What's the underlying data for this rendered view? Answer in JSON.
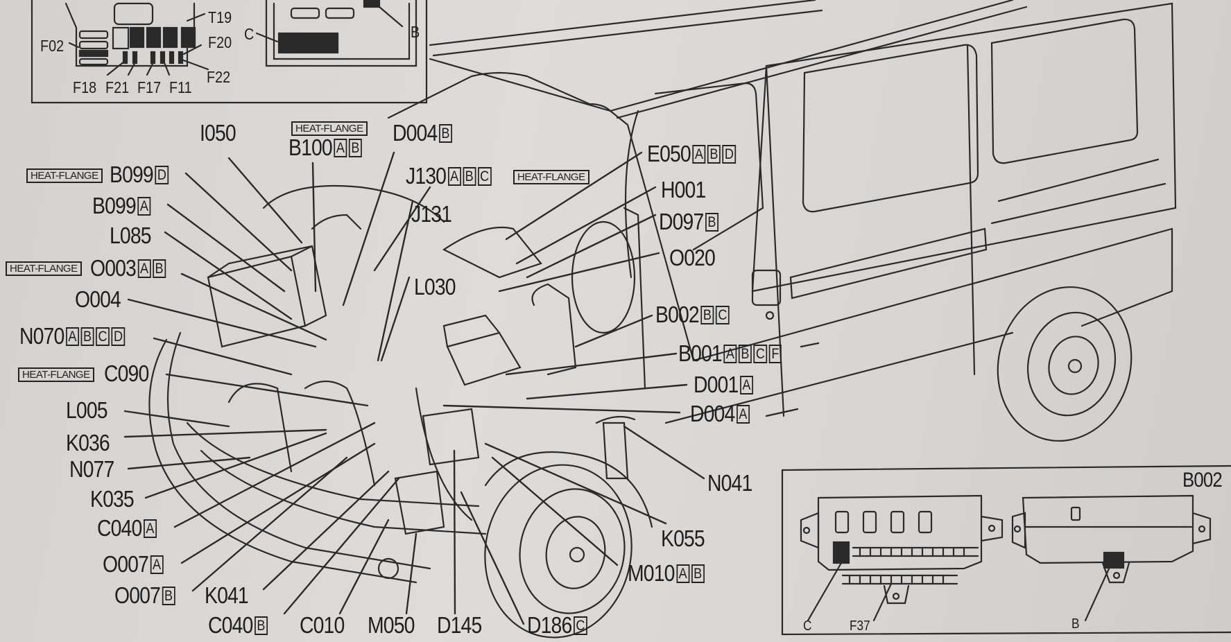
{
  "title": "Engine compartment and body wiring connector locations",
  "inset_top": {
    "fuse_labels": [
      "T19",
      "F20",
      "F02",
      "F18",
      "F21",
      "F17",
      "F11",
      "F22"
    ],
    "connector_labels": [
      "C",
      "B"
    ]
  },
  "inset_bottom": {
    "title": "B002",
    "labels": [
      "C",
      "F37",
      "B"
    ]
  },
  "heat_flange_tag": "HEAT-FLANGE",
  "callouts": [
    {
      "id": "I050",
      "code": "I050",
      "suffixes": [],
      "heat_flange": false
    },
    {
      "id": "B100",
      "code": "B100",
      "suffixes": [
        "A",
        "B"
      ],
      "heat_flange": true
    },
    {
      "id": "D004B",
      "code": "D004",
      "suffixes": [
        "B"
      ],
      "heat_flange": false
    },
    {
      "id": "B099D",
      "code": "B099",
      "suffixes": [
        "D"
      ],
      "heat_flange": true
    },
    {
      "id": "B099A",
      "code": "B099",
      "suffixes": [
        "A"
      ],
      "heat_flange": false
    },
    {
      "id": "L085",
      "code": "L085",
      "suffixes": [],
      "heat_flange": false
    },
    {
      "id": "O003",
      "code": "O003",
      "suffixes": [
        "A",
        "B"
      ],
      "heat_flange": true
    },
    {
      "id": "O004",
      "code": "O004",
      "suffixes": [],
      "heat_flange": false
    },
    {
      "id": "N070",
      "code": "N070",
      "suffixes": [
        "A",
        "B",
        "C",
        "D"
      ],
      "heat_flange": false
    },
    {
      "id": "C090",
      "code": "C090",
      "suffixes": [],
      "heat_flange": true
    },
    {
      "id": "L005",
      "code": "L005",
      "suffixes": [],
      "heat_flange": false
    },
    {
      "id": "K036",
      "code": "K036",
      "suffixes": [],
      "heat_flange": false
    },
    {
      "id": "N077",
      "code": "N077",
      "suffixes": [],
      "heat_flange": false
    },
    {
      "id": "K035",
      "code": "K035",
      "suffixes": [],
      "heat_flange": false
    },
    {
      "id": "C040A",
      "code": "C040",
      "suffixes": [
        "A"
      ],
      "heat_flange": false
    },
    {
      "id": "O007A",
      "code": "O007",
      "suffixes": [
        "A"
      ],
      "heat_flange": false
    },
    {
      "id": "O007B",
      "code": "O007",
      "suffixes": [
        "B"
      ],
      "heat_flange": false
    },
    {
      "id": "K041",
      "code": "K041",
      "suffixes": [],
      "heat_flange": false
    },
    {
      "id": "C040B",
      "code": "C040",
      "suffixes": [
        "B"
      ],
      "heat_flange": false
    },
    {
      "id": "C010",
      "code": "C010",
      "suffixes": [],
      "heat_flange": false
    },
    {
      "id": "M050",
      "code": "M050",
      "suffixes": [],
      "heat_flange": false
    },
    {
      "id": "D145",
      "code": "D145",
      "suffixes": [],
      "heat_flange": false
    },
    {
      "id": "D186",
      "code": "D186",
      "suffixes": [
        "C"
      ],
      "heat_flange": false
    },
    {
      "id": "J130",
      "code": "J130",
      "suffixes": [
        "A",
        "B",
        "C"
      ],
      "heat_flange": true
    },
    {
      "id": "J131",
      "code": "J131",
      "suffixes": [],
      "heat_flange": false
    },
    {
      "id": "L030",
      "code": "L030",
      "suffixes": [],
      "heat_flange": false
    },
    {
      "id": "E050",
      "code": "E050",
      "suffixes": [
        "A",
        "B",
        "D"
      ],
      "heat_flange": false
    },
    {
      "id": "H001",
      "code": "H001",
      "suffixes": [],
      "heat_flange": false
    },
    {
      "id": "D097",
      "code": "D097",
      "suffixes": [
        "B"
      ],
      "heat_flange": false
    },
    {
      "id": "O020",
      "code": "O020",
      "suffixes": [],
      "heat_flange": false
    },
    {
      "id": "B002",
      "code": "B002",
      "suffixes": [
        "B",
        "C"
      ],
      "heat_flange": false
    },
    {
      "id": "B001",
      "code": "B001",
      "suffixes": [
        "A",
        "B",
        "C",
        "F"
      ],
      "heat_flange": false
    },
    {
      "id": "D001A",
      "code": "D001",
      "suffixes": [
        "A"
      ],
      "heat_flange": false
    },
    {
      "id": "D004A",
      "code": "D004",
      "suffixes": [
        "A"
      ],
      "heat_flange": false
    },
    {
      "id": "N041",
      "code": "N041",
      "suffixes": [],
      "heat_flange": false
    },
    {
      "id": "K055",
      "code": "K055",
      "suffixes": [],
      "heat_flange": false
    },
    {
      "id": "M010",
      "code": "M010",
      "suffixes": [
        "A",
        "B"
      ],
      "heat_flange": false
    }
  ]
}
